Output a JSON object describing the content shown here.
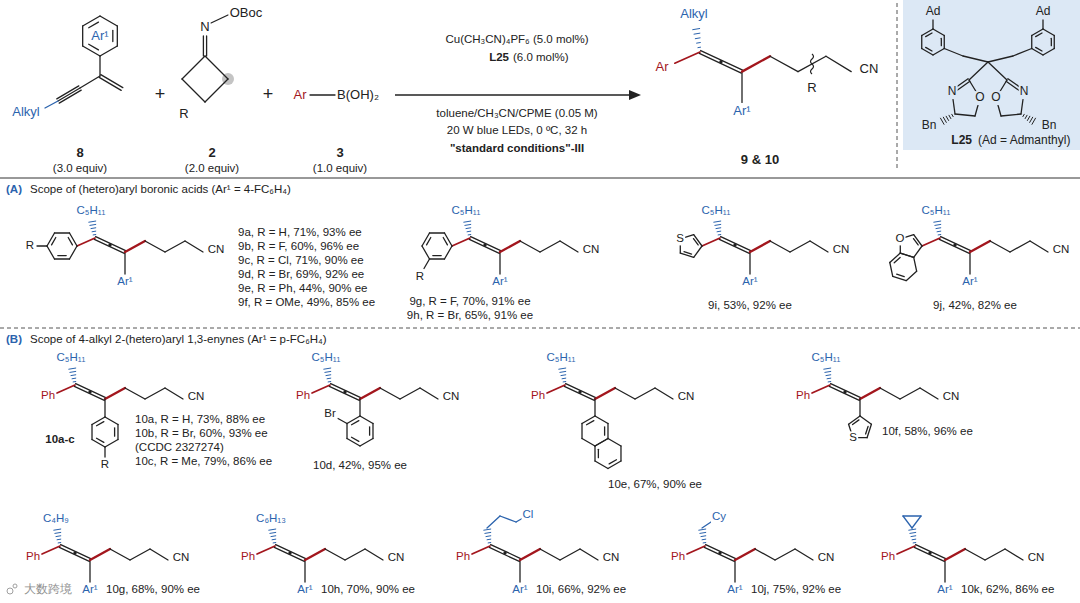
{
  "diagram": {
    "nodes": [
      {
        "text": [
          "Ad",
          "Ad",
          "N",
          "O",
          "N",
          "O",
          "Bn",
          "Bn",
          "L25",
          "(Ad = Admanthyl)"
        ]
      }
    ],
    "labels": [
      "Ar¹",
      "Alkyl",
      "8",
      "(3.0 equiv)",
      "+",
      "N",
      "OBoc",
      "R",
      "2",
      "(2.0 equiv)",
      "+",
      "Ar",
      "B(OH)₂",
      "3",
      "(1.0 equiv)",
      "Cu(CH₃CN)₄PF₆ (5.0 mol%)",
      "L25",
      "(6.0 mol%)",
      "toluene/CH₃CN/CPME (0.05 M)",
      "20 W blue LEDs, 0 ºC, 32 h",
      "\"standard conditions\"-III",
      "Alkyl",
      "Ar",
      "Ar¹",
      "R",
      "CN",
      "9 & 10",
      "(A)",
      "Scope of (hetero)aryl boronic acids (Ar¹ = 4-FC₆H₄)",
      "C₅H₁₁",
      "R",
      "Ar¹",
      "CN",
      "9a, R = H, 71%, 93% ee",
      "9b, R = F, 60%, 96% ee",
      "9c, R = Cl, 71%, 90% ee",
      "9d, R = Br, 69%, 92% ee",
      "9e, R = Ph, 44%, 90% ee",
      "9f, R = OMe, 49%, 85% ee",
      "C₅H₁₁",
      "R",
      "Ar¹",
      "CN",
      "9g, R = F, 70%, 91% ee",
      "9h, R = Br, 65%, 91% ee",
      "C₅H₁₁",
      "S",
      "Ar¹",
      "CN",
      "9i, 53%, 92% ee",
      "C₅H₁₁",
      "O",
      "Ar¹",
      "CN",
      "9j, 42%, 82% ee",
      "(B)",
      "Scope of 4-alkyl 2-(hetero)aryl 1,3-enynes (Ar¹ = p-FC₆H₄)",
      "C₅H₁₁",
      "Ph",
      "CN",
      "R",
      "10a-c",
      "10a, R = H, 73%, 88% ee",
      "10b, R = Br, 60%, 93% ee",
      "(CCDC 2327274)",
      "10c, R = Me, 79%, 86% ee",
      "C₅H₁₁",
      "Ph",
      "CN",
      "Br",
      "10d, 42%, 95% ee",
      "C₅H₁₁",
      "Ph",
      "CN",
      "10e, 67%, 90% ee",
      "C₅H₁₁",
      "Ph",
      "CN",
      "S",
      "10f, 58%, 96% ee",
      "C₄H₉",
      "Ph",
      "Ar¹",
      "CN",
      "10g, 68%, 90% ee",
      "C₆H₁₃",
      "Ph",
      "Ar¹",
      "CN",
      "10h, 70%, 90% ee",
      "Cl",
      "Ph",
      "Ar¹",
      "CN",
      "10i, 66%, 92% ee",
      "Cy",
      "Ph",
      "Ar¹",
      "CN",
      "10j, 75%, 92% ee",
      "Ph",
      "Ar¹",
      "CN",
      "10k, 62%, 86% ee",
      "大数跨境"
    ]
  }
}
